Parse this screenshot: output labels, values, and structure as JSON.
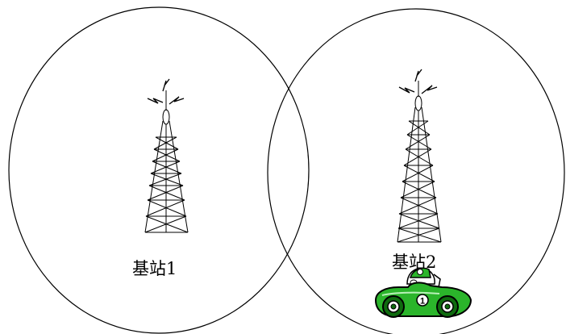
{
  "diagram": {
    "stations": [
      {
        "label": "基站1"
      },
      {
        "label": "基站2"
      }
    ],
    "car": {
      "number": "1"
    },
    "colors": {
      "stroke": "#000000",
      "car_body": "#2bb52b",
      "car_dark": "#0f6b0f",
      "background": "#ffffff"
    },
    "icons": [
      "tower-icon",
      "signal-icon",
      "car-icon"
    ]
  }
}
